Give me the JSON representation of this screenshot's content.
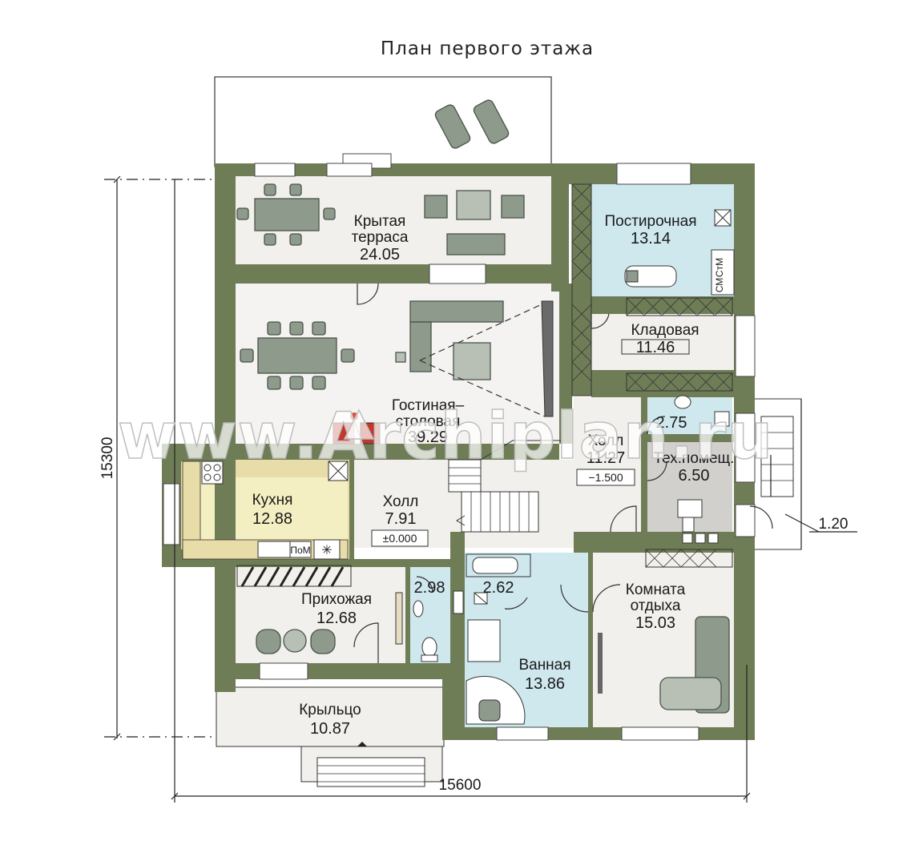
{
  "title": "План первого этажа",
  "rooms": [
    {
      "id": "terrace",
      "name_lines": [
        "Крытая",
        "терраса"
      ],
      "area": "24.05"
    },
    {
      "id": "laundry",
      "name_lines": [
        "Постирочная"
      ],
      "area": "13.14"
    },
    {
      "id": "storage",
      "name_lines": [
        "Кладовая"
      ],
      "area": "11.46"
    },
    {
      "id": "living",
      "name_lines": [
        "Гостиная–",
        "столовая"
      ],
      "area": "39.29"
    },
    {
      "id": "wc-small",
      "name_lines": [],
      "area": "2.75"
    },
    {
      "id": "hall-2",
      "name_lines": [
        "Холл"
      ],
      "area": "11.27"
    },
    {
      "id": "tech",
      "name_lines": [
        "Тех.помещ."
      ],
      "area": "6.50"
    },
    {
      "id": "kitchen",
      "name_lines": [
        "Кухня"
      ],
      "area": "12.88"
    },
    {
      "id": "hall-1",
      "name_lines": [
        "Холл"
      ],
      "area": "7.91"
    },
    {
      "id": "entrance",
      "name_lines": [
        "Прихожая"
      ],
      "area": "12.68"
    },
    {
      "id": "wc",
      "name_lines": [],
      "area": "2.98"
    },
    {
      "id": "shower",
      "name_lines": [],
      "area": "2.62"
    },
    {
      "id": "rest-room",
      "name_lines": [
        "Комната",
        "отдыха"
      ],
      "area": "15.03"
    },
    {
      "id": "bathroom",
      "name_lines": [
        "Ванная"
      ],
      "area": "13.86"
    },
    {
      "id": "porch",
      "name_lines": [
        "Крыльцо"
      ],
      "area": "10.87"
    }
  ],
  "levels": {
    "hall_1": "±0.000",
    "hall_2": "−1.500"
  },
  "dimensions": {
    "width": "15600",
    "height": "15300",
    "side_step": "1.20"
  },
  "small_labels": {
    "washer": "СтМ",
    "dryer": "СМ",
    "dishwasher": "ПоМ"
  },
  "watermark": "www.Archiplan.ru",
  "colors": {
    "wall": "#6f7d57",
    "kitchen": "#f4efc2",
    "blue_rooms": "#cfe8ee",
    "floor": "#f2f0ec"
  }
}
